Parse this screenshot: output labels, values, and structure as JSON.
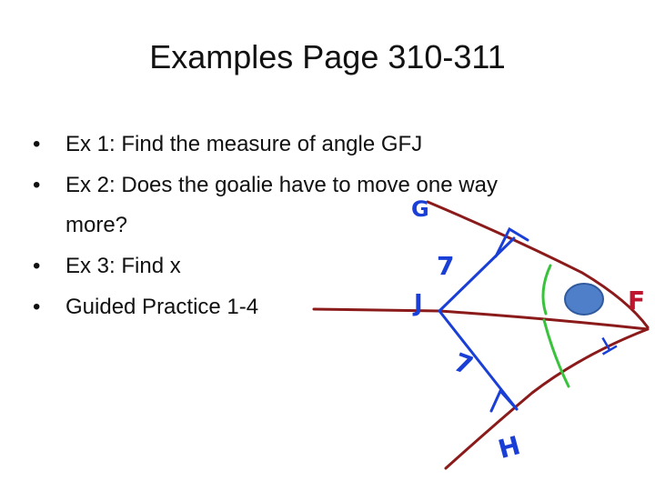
{
  "title": "Examples Page 310-311",
  "bullets": [
    {
      "text": "Ex 1: Find the measure of angle GFJ"
    },
    {
      "text": "Ex 2: Does the goalie have to move one way",
      "continuation": "more?"
    },
    {
      "text": "Ex 3: Find x"
    },
    {
      "text": "Guided Practice 1-4"
    }
  ],
  "diagram": {
    "labels": {
      "g": "G",
      "f": "F",
      "j": "J",
      "h": "H",
      "seven_upper": "7",
      "seven_lower": "7",
      "tick_lower": "⊥"
    },
    "colors": {
      "sides": "#8b1a1a",
      "perpendiculars": "#1a3fd6",
      "arcs": "#39c23b",
      "ball": "#4f7fc9",
      "ball_outline": "#2f5a9e",
      "ink": "#1a3fd6",
      "f_label": "#c0152f"
    }
  }
}
